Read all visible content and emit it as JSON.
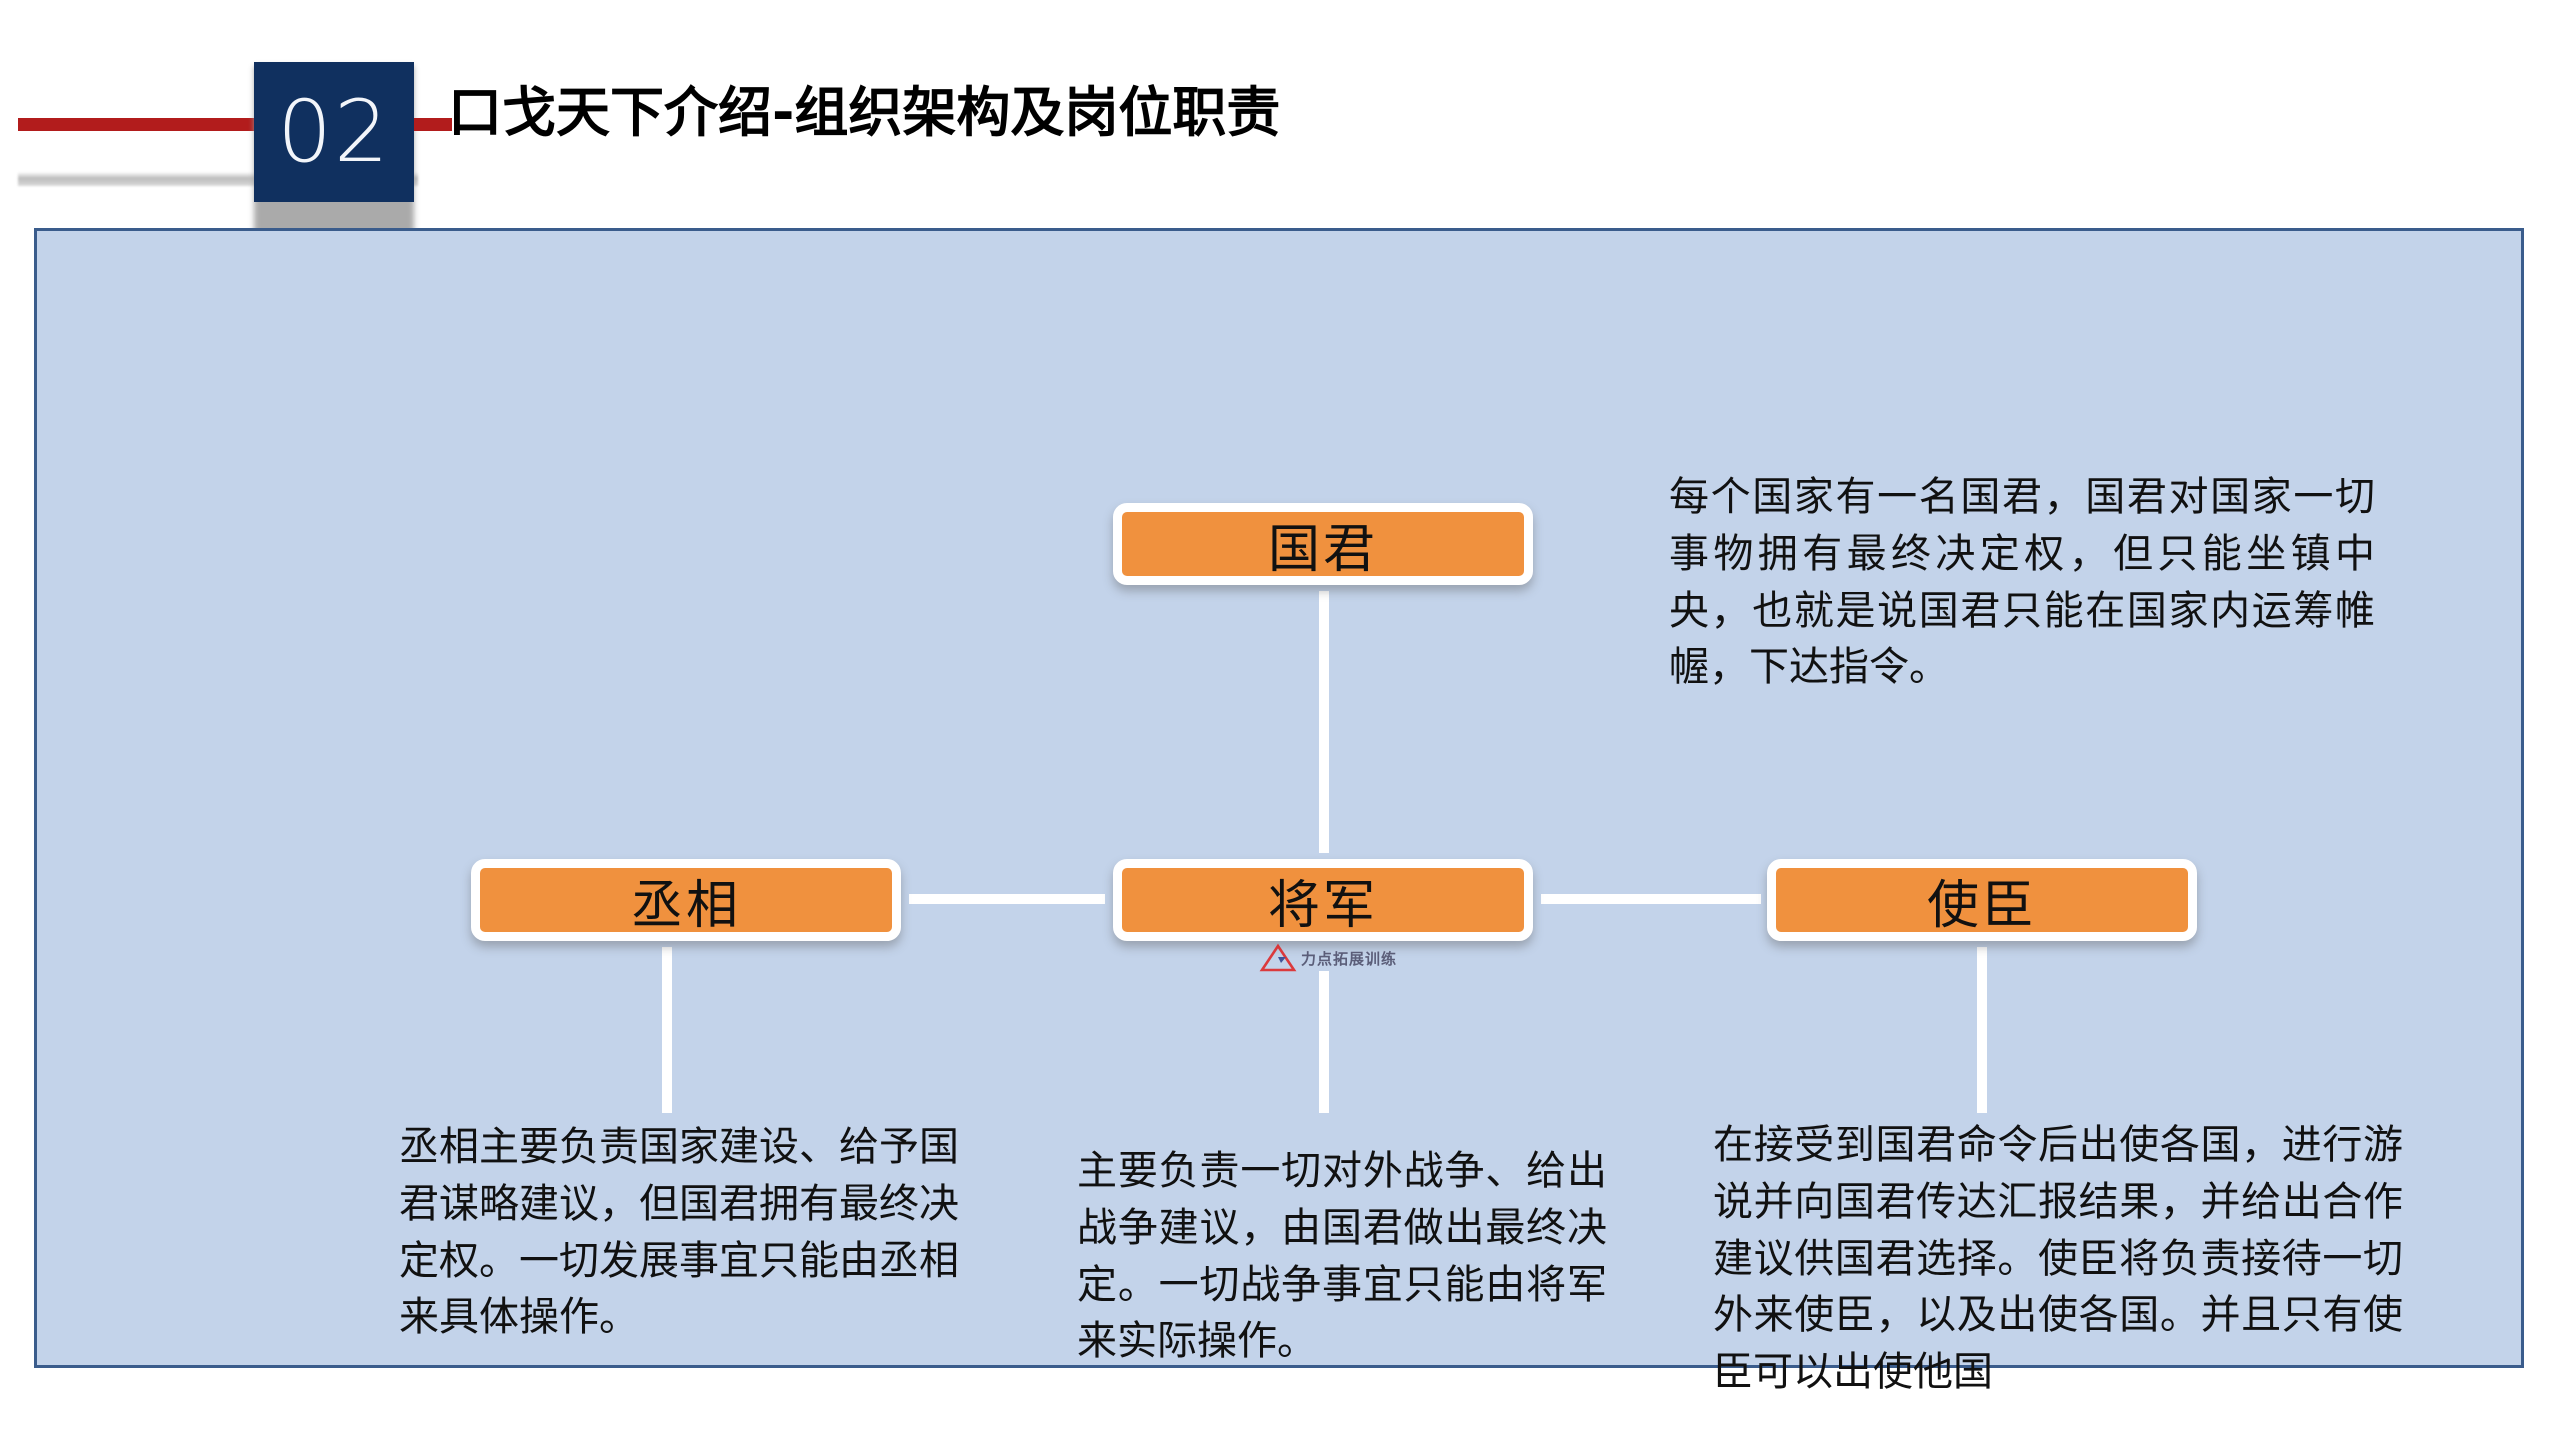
{
  "header": {
    "section_number": "02",
    "title_bold": "口戈天下",
    "title_rest": "介绍-组织架构及岗位职责",
    "title_full": "口戈天下介绍-组织架构及岗位职责",
    "accent_red": "#B21C1C",
    "accent_navy": "#10305F"
  },
  "panel": {
    "background": "#C3D3EA",
    "border_color": "#3A5C8C"
  },
  "chart_data": {
    "type": "diagram",
    "diagram_kind": "organization-chart",
    "node_fill": "#F0913E",
    "node_border": "#FFFFFF",
    "connector_color": "#FFFFFF",
    "nodes": [
      {
        "id": "guojun",
        "label": "国君",
        "level": 0
      },
      {
        "id": "chengxiang",
        "label": "丞相",
        "level": 1
      },
      {
        "id": "jiangjun",
        "label": "将军",
        "level": 1
      },
      {
        "id": "shichen",
        "label": "使臣",
        "level": 1
      }
    ],
    "edges": [
      {
        "from": "guojun",
        "to": "jiangjun",
        "style": "vertical"
      },
      {
        "from": "jiangjun",
        "to": "chengxiang",
        "style": "horizontal"
      },
      {
        "from": "jiangjun",
        "to": "shichen",
        "style": "horizontal"
      },
      {
        "from": "chengxiang",
        "to": "desc_chengxiang",
        "style": "vertical"
      },
      {
        "from": "jiangjun",
        "to": "desc_jiangjun",
        "style": "vertical"
      },
      {
        "from": "shichen",
        "to": "desc_shichen",
        "style": "vertical"
      }
    ]
  },
  "descriptions": {
    "guojun": "每个国家有一名国君，国君对国家一切事物拥有最终决定权，但只能坐镇中央，也就是说国君只能在国家内运筹帷幄，下达指令。",
    "chengxiang": "丞相主要负责国家建设、给予国君谋略建议，但国君拥有最终决定权。一切发展事宜只能由丞相来具体操作。",
    "jiangjun": "主要负责一切对外战争、给出战争建议，由国君做出最终决定。一切战争事宜只能由将军来实际操作。",
    "shichen": "在接受到国君命令后出使各国，进行游说并向国君传达汇报结果，并给出合作建议供国君选择。使臣将负责接待一切外来使臣，以及出使各国。并且只有使臣可以出使他国"
  },
  "watermark": {
    "text": "力点拓展训练",
    "logo_color": "#E02020"
  }
}
